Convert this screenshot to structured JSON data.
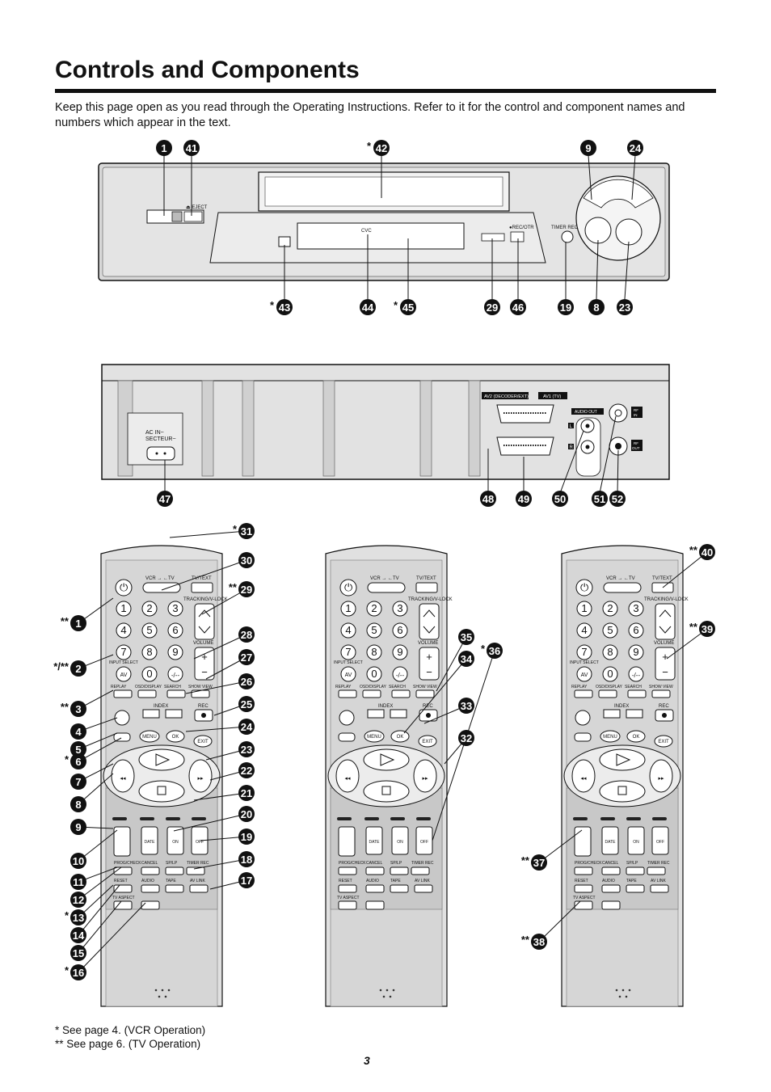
{
  "page": {
    "title": "Controls and Components",
    "intro": "Keep this page open as you read through the Operating Instructions. Refer to it for the control and component names and numbers which appear in the text.",
    "footnote_1": "*  See page 4. (VCR Operation)",
    "footnote_2": "** See page 6. (TV Operation)",
    "page_number": "3"
  },
  "front_panel": {
    "labels": {
      "eject": "⏏ EJECT",
      "cvc": "CVC",
      "rec_otr": "●REC/OTR",
      "timer_rec": "TIMER REC/⏻"
    },
    "callouts": [
      {
        "num": "1",
        "prefix": ""
      },
      {
        "num": "41",
        "prefix": ""
      },
      {
        "num": "42",
        "prefix": "*"
      },
      {
        "num": "9",
        "prefix": ""
      },
      {
        "num": "24",
        "prefix": ""
      },
      {
        "num": "43",
        "prefix": "*"
      },
      {
        "num": "44",
        "prefix": ""
      },
      {
        "num": "45",
        "prefix": "*"
      },
      {
        "num": "29",
        "prefix": ""
      },
      {
        "num": "46",
        "prefix": ""
      },
      {
        "num": "19",
        "prefix": ""
      },
      {
        "num": "8",
        "prefix": ""
      },
      {
        "num": "23",
        "prefix": ""
      }
    ]
  },
  "rear_panel": {
    "labels": {
      "ac_in_1": "AC IN~",
      "ac_in_2": "SECTEUR~",
      "av2": "AV2 (DECODER/EXT)",
      "av1": "AV1 (TV)",
      "audio_out": "AUDIO  OUT",
      "l": "L",
      "r": "R",
      "rf_in_1": "RF",
      "rf_in_2": "IN",
      "rf_out_1": "RF",
      "rf_out_2": "OUT"
    },
    "callouts": [
      {
        "num": "47"
      },
      {
        "num": "48"
      },
      {
        "num": "49"
      },
      {
        "num": "50"
      },
      {
        "num": "51"
      },
      {
        "num": "52"
      }
    ]
  },
  "remote": {
    "labels": {
      "vcr_tv": "VCR → ←TV",
      "tv_text": "TV/TEXT",
      "tracking": "TRACKING/V-LOCK",
      "volume": "VOLUME",
      "input_select": "INPUT SELECT",
      "av": "AV",
      "replay": "REPLAY",
      "osd": "OSD/DISPLAY",
      "search": "SEARCH",
      "show_view": "SHOW VIEW",
      "index": "INDEX",
      "rec": "REC",
      "menu": "MENU",
      "ok": "OK",
      "exit": "EXIT",
      "date": "DATE",
      "on": "ON",
      "off": "OFF",
      "prog_check": "PROG/CHECK",
      "cancel": "CANCEL",
      "sp_lp": "SP/LP",
      "timer_rec": "TIMER REC",
      "reset": "RESET",
      "audio": "AUDIO",
      "tape": "TAPE",
      "av_link": "AV LINK",
      "tv_aspect": "TV ASPECT"
    },
    "keys": [
      "1",
      "2",
      "3",
      "4",
      "5",
      "6",
      "7",
      "8",
      "9",
      "0",
      "-/--"
    ],
    "callouts_left": [
      {
        "num": "31",
        "prefix": "*"
      },
      {
        "num": "30",
        "prefix": ""
      },
      {
        "num": "29",
        "prefix": "**"
      },
      {
        "num": "1",
        "prefix": "**"
      },
      {
        "num": "2",
        "prefix": "*/**"
      },
      {
        "num": "28",
        "prefix": ""
      },
      {
        "num": "27",
        "prefix": ""
      },
      {
        "num": "26",
        "prefix": ""
      },
      {
        "num": "3",
        "prefix": "**"
      },
      {
        "num": "25",
        "prefix": ""
      },
      {
        "num": "4",
        "prefix": ""
      },
      {
        "num": "24",
        "prefix": ""
      },
      {
        "num": "5",
        "prefix": ""
      },
      {
        "num": "23",
        "prefix": ""
      },
      {
        "num": "6",
        "prefix": "*"
      },
      {
        "num": "7",
        "prefix": ""
      },
      {
        "num": "22",
        "prefix": ""
      },
      {
        "num": "21",
        "prefix": ""
      },
      {
        "num": "8",
        "prefix": ""
      },
      {
        "num": "20",
        "prefix": ""
      },
      {
        "num": "9",
        "prefix": ""
      },
      {
        "num": "19",
        "prefix": ""
      },
      {
        "num": "10",
        "prefix": ""
      },
      {
        "num": "18",
        "prefix": ""
      },
      {
        "num": "11",
        "prefix": ""
      },
      {
        "num": "17",
        "prefix": ""
      },
      {
        "num": "12",
        "prefix": ""
      },
      {
        "num": "13",
        "prefix": "*"
      },
      {
        "num": "14",
        "prefix": ""
      },
      {
        "num": "15",
        "prefix": ""
      },
      {
        "num": "16",
        "prefix": "*"
      }
    ],
    "callouts_middle": [
      {
        "num": "35",
        "prefix": ""
      },
      {
        "num": "36",
        "prefix": "*"
      },
      {
        "num": "34",
        "prefix": ""
      },
      {
        "num": "33",
        "prefix": ""
      },
      {
        "num": "32",
        "prefix": ""
      }
    ],
    "callouts_right": [
      {
        "num": "40",
        "prefix": "**"
      },
      {
        "num": "39",
        "prefix": "**"
      },
      {
        "num": "37",
        "prefix": "**"
      },
      {
        "num": "38",
        "prefix": "**"
      }
    ]
  }
}
